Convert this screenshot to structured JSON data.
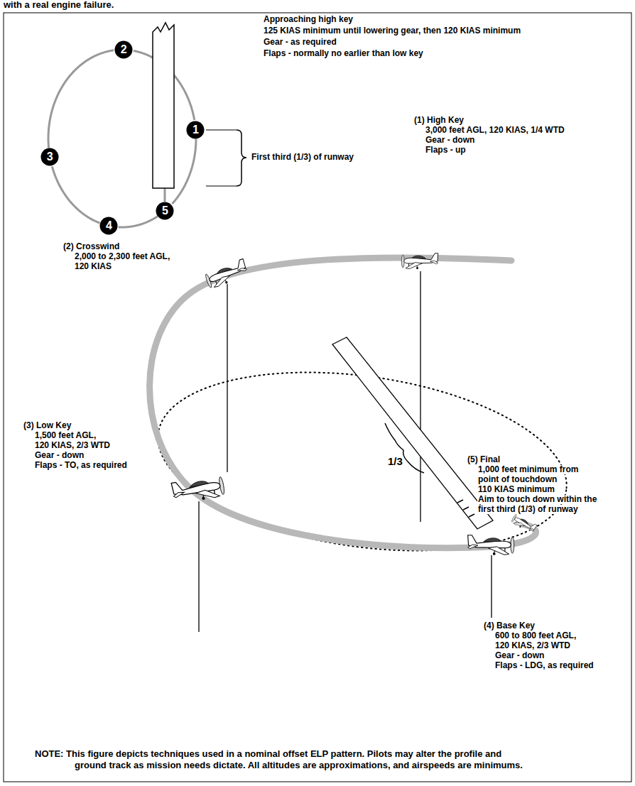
{
  "diagram": {
    "nodes": [
      {
        "text": [
          "1"
        ]
      },
      {
        "text": [
          "2"
        ]
      },
      {
        "text": [
          "3"
        ]
      },
      {
        "text": [
          "4"
        ]
      },
      {
        "text": [
          "5"
        ]
      }
    ],
    "edges": [
      {
        "from": 0,
        "to": 1,
        "arrow": "none"
      },
      {
        "from": 1,
        "to": 2,
        "arrow": "none"
      },
      {
        "from": 2,
        "to": 3,
        "arrow": "none"
      },
      {
        "from": 3,
        "to": 4,
        "arrow": "none"
      },
      {
        "from": 4,
        "to": 0,
        "arrow": "none"
      }
    ],
    "labels": [
      "with a real engine failure.",
      "Approaching high key",
      "125 KIAS minimum until lowering gear, then 120 KIAS minimum",
      "Gear - as required",
      "Flaps - normally no earlier than low key",
      "First third (1/3) of runway",
      "(1) High Key",
      "3,000 feet AGL, 120 KIAS, 1/4 WTD",
      "Gear - down",
      "Flaps - up",
      "(2) Crosswind",
      "2,000 to 2,300 feet AGL,",
      "120 KIAS",
      "(3) Low Key",
      "1,500 feet AGL,",
      "120 KIAS, 2/3 WTD",
      "Gear - down",
      "Flaps - TO, as required",
      "(5) Final",
      "1,000 feet minimum from",
      "point of touchdown",
      "110 KIAS minimum",
      "Aim to touch down within the",
      "first third (1/3) of runway",
      "1/3",
      "(4) Base Key",
      "600 to 800 feet AGL,",
      "120 KIAS, 2/3 WTD",
      "Gear - down",
      "Flaps - LDG, as required",
      "NOTE: This figure depicts techniques used in a nominal offset ELP pattern. Pilots may alter the profile and",
      "ground track as mission needs dictate. All altitudes are approximations, and airspeeds are minimums."
    ]
  }
}
